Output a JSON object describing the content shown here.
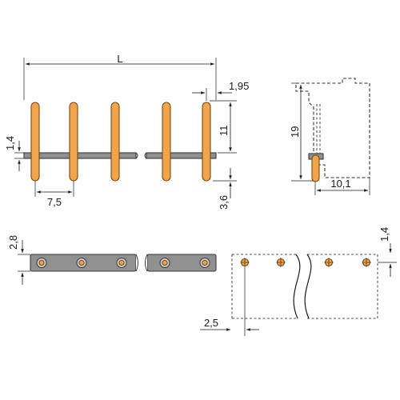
{
  "dimensions": {
    "overall_length": "L",
    "pin_offset": "1,95",
    "top_pin_height": "1,4",
    "upper_pin_length": "11",
    "pitch": "7,5",
    "lower_pin_length": "3,6",
    "side_height": "19",
    "side_depth": "10,1",
    "strip_height": "2,8",
    "footprint_offset": "1,4",
    "edge_distance": "2,5"
  },
  "colors": {
    "pin": "#f0a44c",
    "insulator": "#909090",
    "line": "#1a1a1a"
  }
}
